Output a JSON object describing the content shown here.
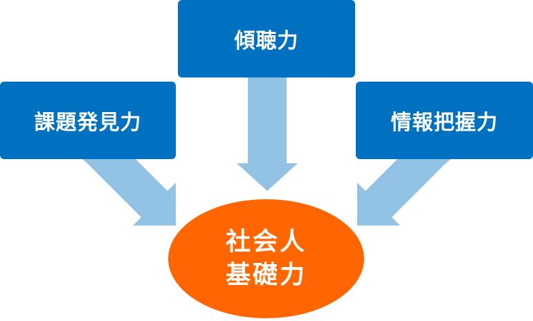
{
  "diagram": {
    "boxes": {
      "left": "課題発見力",
      "top": "傾聴力",
      "right": "情報把握力"
    },
    "center": {
      "line1": "社会人",
      "line2": "基礎力"
    },
    "colors": {
      "box": "#0070c0",
      "center": "#ff6600",
      "arrow": "#92c3e4",
      "text": "#ffffff"
    }
  }
}
